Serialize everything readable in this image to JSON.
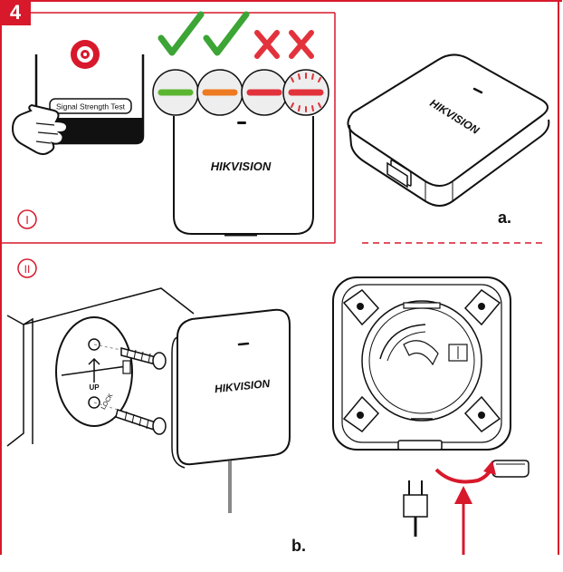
{
  "step_number": "4",
  "section_one_label": "I",
  "section_two_label": "II",
  "signal_button_label": "Signal Strength Test",
  "brand_name": "HIKVISION",
  "label_a": "a.",
  "label_b": "b.",
  "mount_text_up": "UP",
  "mount_text_lock": "LOCK",
  "colors": {
    "accent_red": "#d7192b",
    "led_green": "#5cb531",
    "led_orange": "#ee7a22",
    "led_red": "#e2323b",
    "check_green": "#3ca535",
    "cross_red": "#e2323b"
  },
  "signal_indicators": [
    {
      "name": "green",
      "result": "check"
    },
    {
      "name": "orange",
      "result": "check"
    },
    {
      "name": "red",
      "result": "cross"
    },
    {
      "name": "red-flashing",
      "result": "cross"
    }
  ]
}
